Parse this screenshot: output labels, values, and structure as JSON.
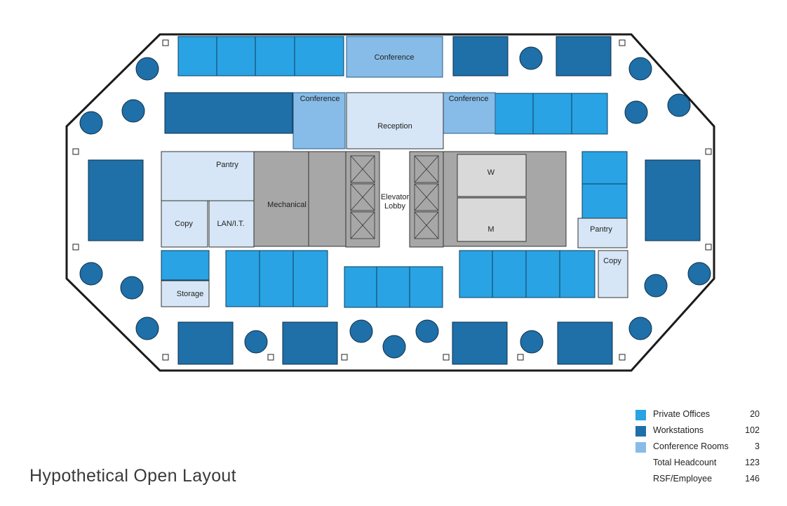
{
  "title": "Hypothetical Open Layout",
  "colors": {
    "private_office": "#29a3e3",
    "workstation": "#1f6fa8",
    "conference": "#87bce8",
    "support": "#d6e6f6",
    "core": "#a7a7a7",
    "outline": "#1b1b1b"
  },
  "rooms": {
    "conference_top": "Conference",
    "conference_left": "Conference",
    "conference_right": "Conference",
    "reception": "Reception",
    "pantry_left": "Pantry",
    "pantry_right": "Pantry",
    "mechanical": "Mechanical",
    "copy_left": "Copy",
    "copy_right": "Copy",
    "lan": "LAN/I.T.",
    "storage": "Storage",
    "elevator_lobby_1": "Elevator",
    "elevator_lobby_2": "Lobby",
    "womens_restroom": "W",
    "mens_restroom": "M"
  },
  "legend": [
    {
      "label": "Private Offices",
      "value": "20",
      "swatch": "#29a3e3"
    },
    {
      "label": "Workstations",
      "value": "102",
      "swatch": "#1f6fa8"
    },
    {
      "label": "Conference Rooms",
      "value": "3",
      "swatch": "#87bce8"
    },
    {
      "label": "Total Headcount",
      "value": "123",
      "swatch": ""
    },
    {
      "label": "RSF/Employee",
      "value": "146",
      "swatch": ""
    }
  ]
}
